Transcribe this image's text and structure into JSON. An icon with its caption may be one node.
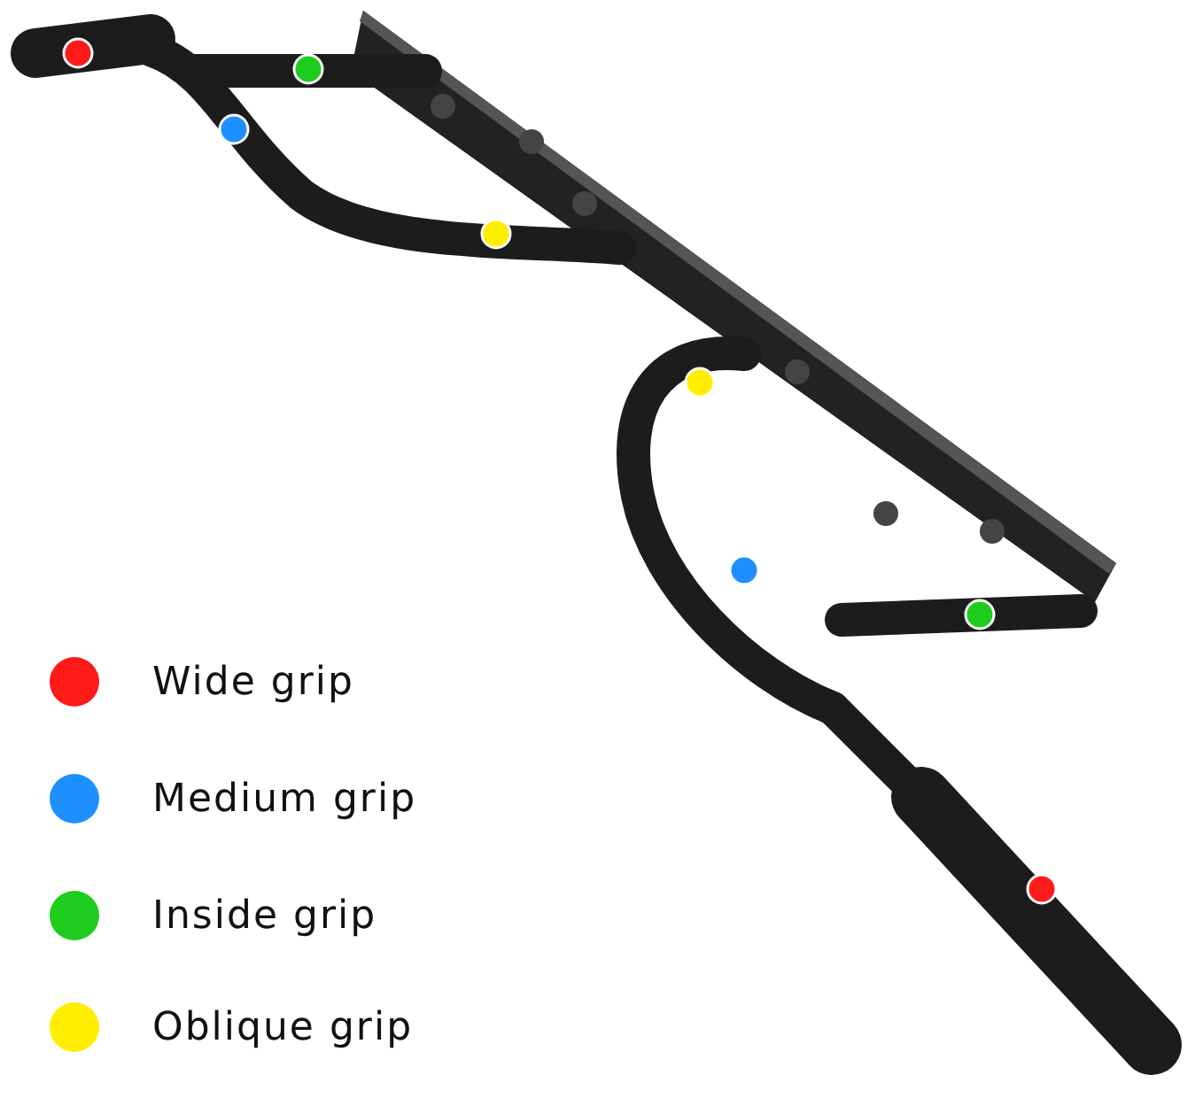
{
  "diagram": {
    "legend": [
      {
        "text": "Wide grip",
        "color": "#ff1a1a"
      },
      {
        "text": "Medium grip",
        "color": "#1e8fff"
      },
      {
        "text": "Inside grip",
        "color": "#1ecc1e"
      },
      {
        "text": "Oblique grip",
        "color": "#ffee00"
      }
    ]
  }
}
